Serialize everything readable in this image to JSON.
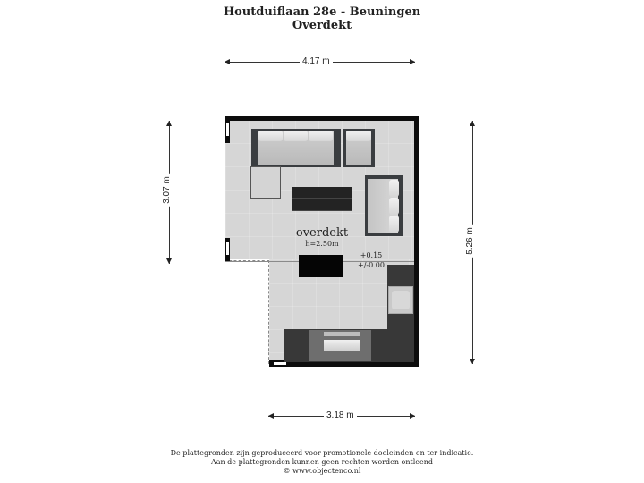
{
  "header": {
    "title": "Houtduiflaan 28e - Beuningen",
    "subtitle": "Overdekt"
  },
  "dimensions": {
    "top_width": "4.17 m",
    "bottom_width": "3.18 m",
    "left_height": "3.07 m",
    "right_height": "5.26 m"
  },
  "room": {
    "name": "overdekt",
    "height": "h=2.50m"
  },
  "levels": {
    "upper": "+0.15",
    "lower": "+/-0.00"
  },
  "colors": {
    "wall": "#0d0d0d",
    "floor": "#d6d6d6",
    "furniture_dark": "#3a3d40",
    "table": "#222222"
  },
  "furniture": [
    {
      "name": "three-seat-sofa"
    },
    {
      "name": "armchair"
    },
    {
      "name": "side-table"
    },
    {
      "name": "coffee-table"
    },
    {
      "name": "right-sofa"
    },
    {
      "name": "dining-bench"
    },
    {
      "name": "kitchen-counter"
    },
    {
      "name": "sink"
    },
    {
      "name": "fireplace-unit"
    }
  ],
  "footer": {
    "line1": "De plattegronden zijn geproduceerd voor promotionele doeleinden en ter indicatie.",
    "line2": "Aan de plattegronden kunnen geen rechten worden ontleend",
    "line3": "© www.objectenco.nl"
  }
}
